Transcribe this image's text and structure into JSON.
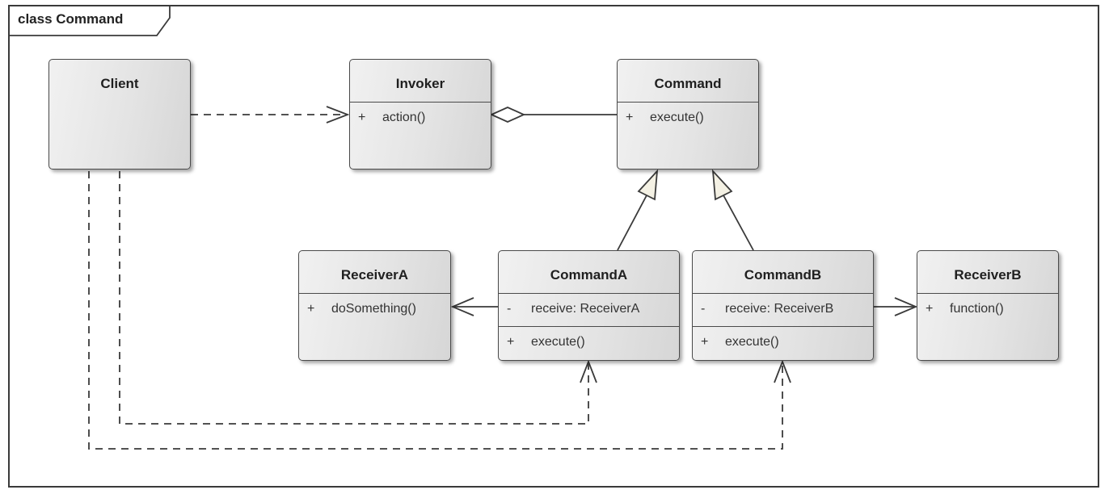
{
  "frame": {
    "title": "class Command"
  },
  "classes": {
    "client": {
      "name": "Client"
    },
    "invoker": {
      "name": "Invoker",
      "ops": [
        {
          "vis": "+",
          "sig": "action()"
        }
      ]
    },
    "command": {
      "name": "Command",
      "ops": [
        {
          "vis": "+",
          "sig": "execute()"
        }
      ]
    },
    "receiverA": {
      "name": "ReceiverA",
      "ops": [
        {
          "vis": "+",
          "sig": "doSomething()"
        }
      ]
    },
    "commandA": {
      "name": "CommandA",
      "attrs": [
        {
          "vis": "-",
          "sig": "receive: ReceiverA"
        }
      ],
      "ops": [
        {
          "vis": "+",
          "sig": "execute()"
        }
      ]
    },
    "commandB": {
      "name": "CommandB",
      "attrs": [
        {
          "vis": "-",
          "sig": "receive: ReceiverB"
        }
      ],
      "ops": [
        {
          "vis": "+",
          "sig": "execute()"
        }
      ]
    },
    "receiverB": {
      "name": "ReceiverB",
      "ops": [
        {
          "vis": "+",
          "sig": "function()"
        }
      ]
    }
  },
  "relationships": [
    {
      "from": "Client",
      "to": "Invoker",
      "kind": "dependency"
    },
    {
      "from": "Invoker",
      "to": "Command",
      "kind": "aggregation"
    },
    {
      "from": "CommandA",
      "to": "Command",
      "kind": "generalization"
    },
    {
      "from": "CommandB",
      "to": "Command",
      "kind": "generalization"
    },
    {
      "from": "CommandA",
      "to": "ReceiverA",
      "kind": "association"
    },
    {
      "from": "CommandB",
      "to": "ReceiverB",
      "kind": "association"
    },
    {
      "from": "Client",
      "to": "CommandA",
      "kind": "dependency"
    },
    {
      "from": "Client",
      "to": "CommandB",
      "kind": "dependency"
    }
  ],
  "colors": {
    "line": "#3a3a3a",
    "box_fill": "#e6e6e6",
    "border": "#4a4a4a"
  }
}
